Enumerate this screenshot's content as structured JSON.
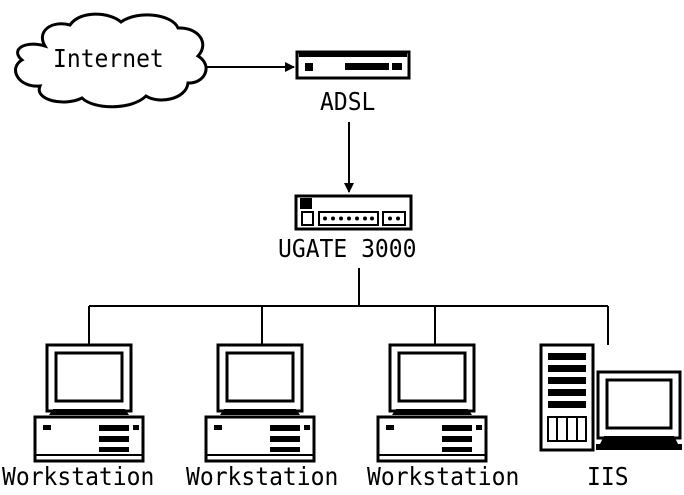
{
  "nodes": {
    "internet": "Internet",
    "adsl": "ADSL",
    "ugate": "UGATE 3000",
    "workstation_1": "Workstation",
    "workstation_2": "Workstation",
    "workstation_3": "Workstation",
    "iis": "IIS"
  },
  "colors": {
    "line": "#000000",
    "background": "#ffffff",
    "device": "#ffffff"
  }
}
